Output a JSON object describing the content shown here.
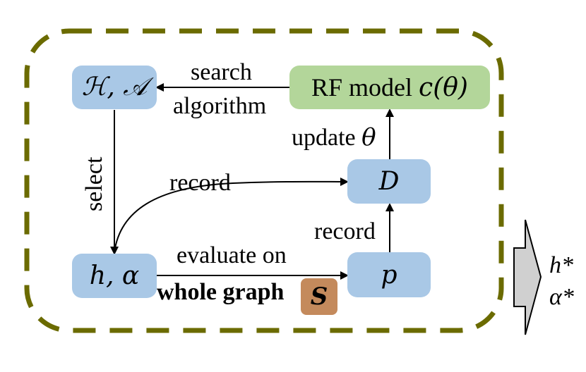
{
  "nodes": {
    "ha_space": "ℋ, 𝒜",
    "rf_model": "RF model",
    "rf_model_math": "c(θ)",
    "dataset": "D",
    "config": "h, α",
    "perf": "p"
  },
  "edges": {
    "search_line1": "search",
    "search_line2": "algorithm",
    "select": "select",
    "update": "update",
    "update_math": "θ",
    "record_curve": "record",
    "record_vertical": "record",
    "evaluate_on": "evaluate on",
    "whole_graph": "whole graph",
    "s_symbol": "S"
  },
  "output": {
    "h_star": "h*",
    "alpha_star": "α*"
  },
  "colors": {
    "node_blue": "#a9c8e6",
    "node_green": "#b3d69a",
    "dash_border": "#6b6b00",
    "s_box": "#c48a5c",
    "output_arrow_fill": "#d0d0d0"
  }
}
